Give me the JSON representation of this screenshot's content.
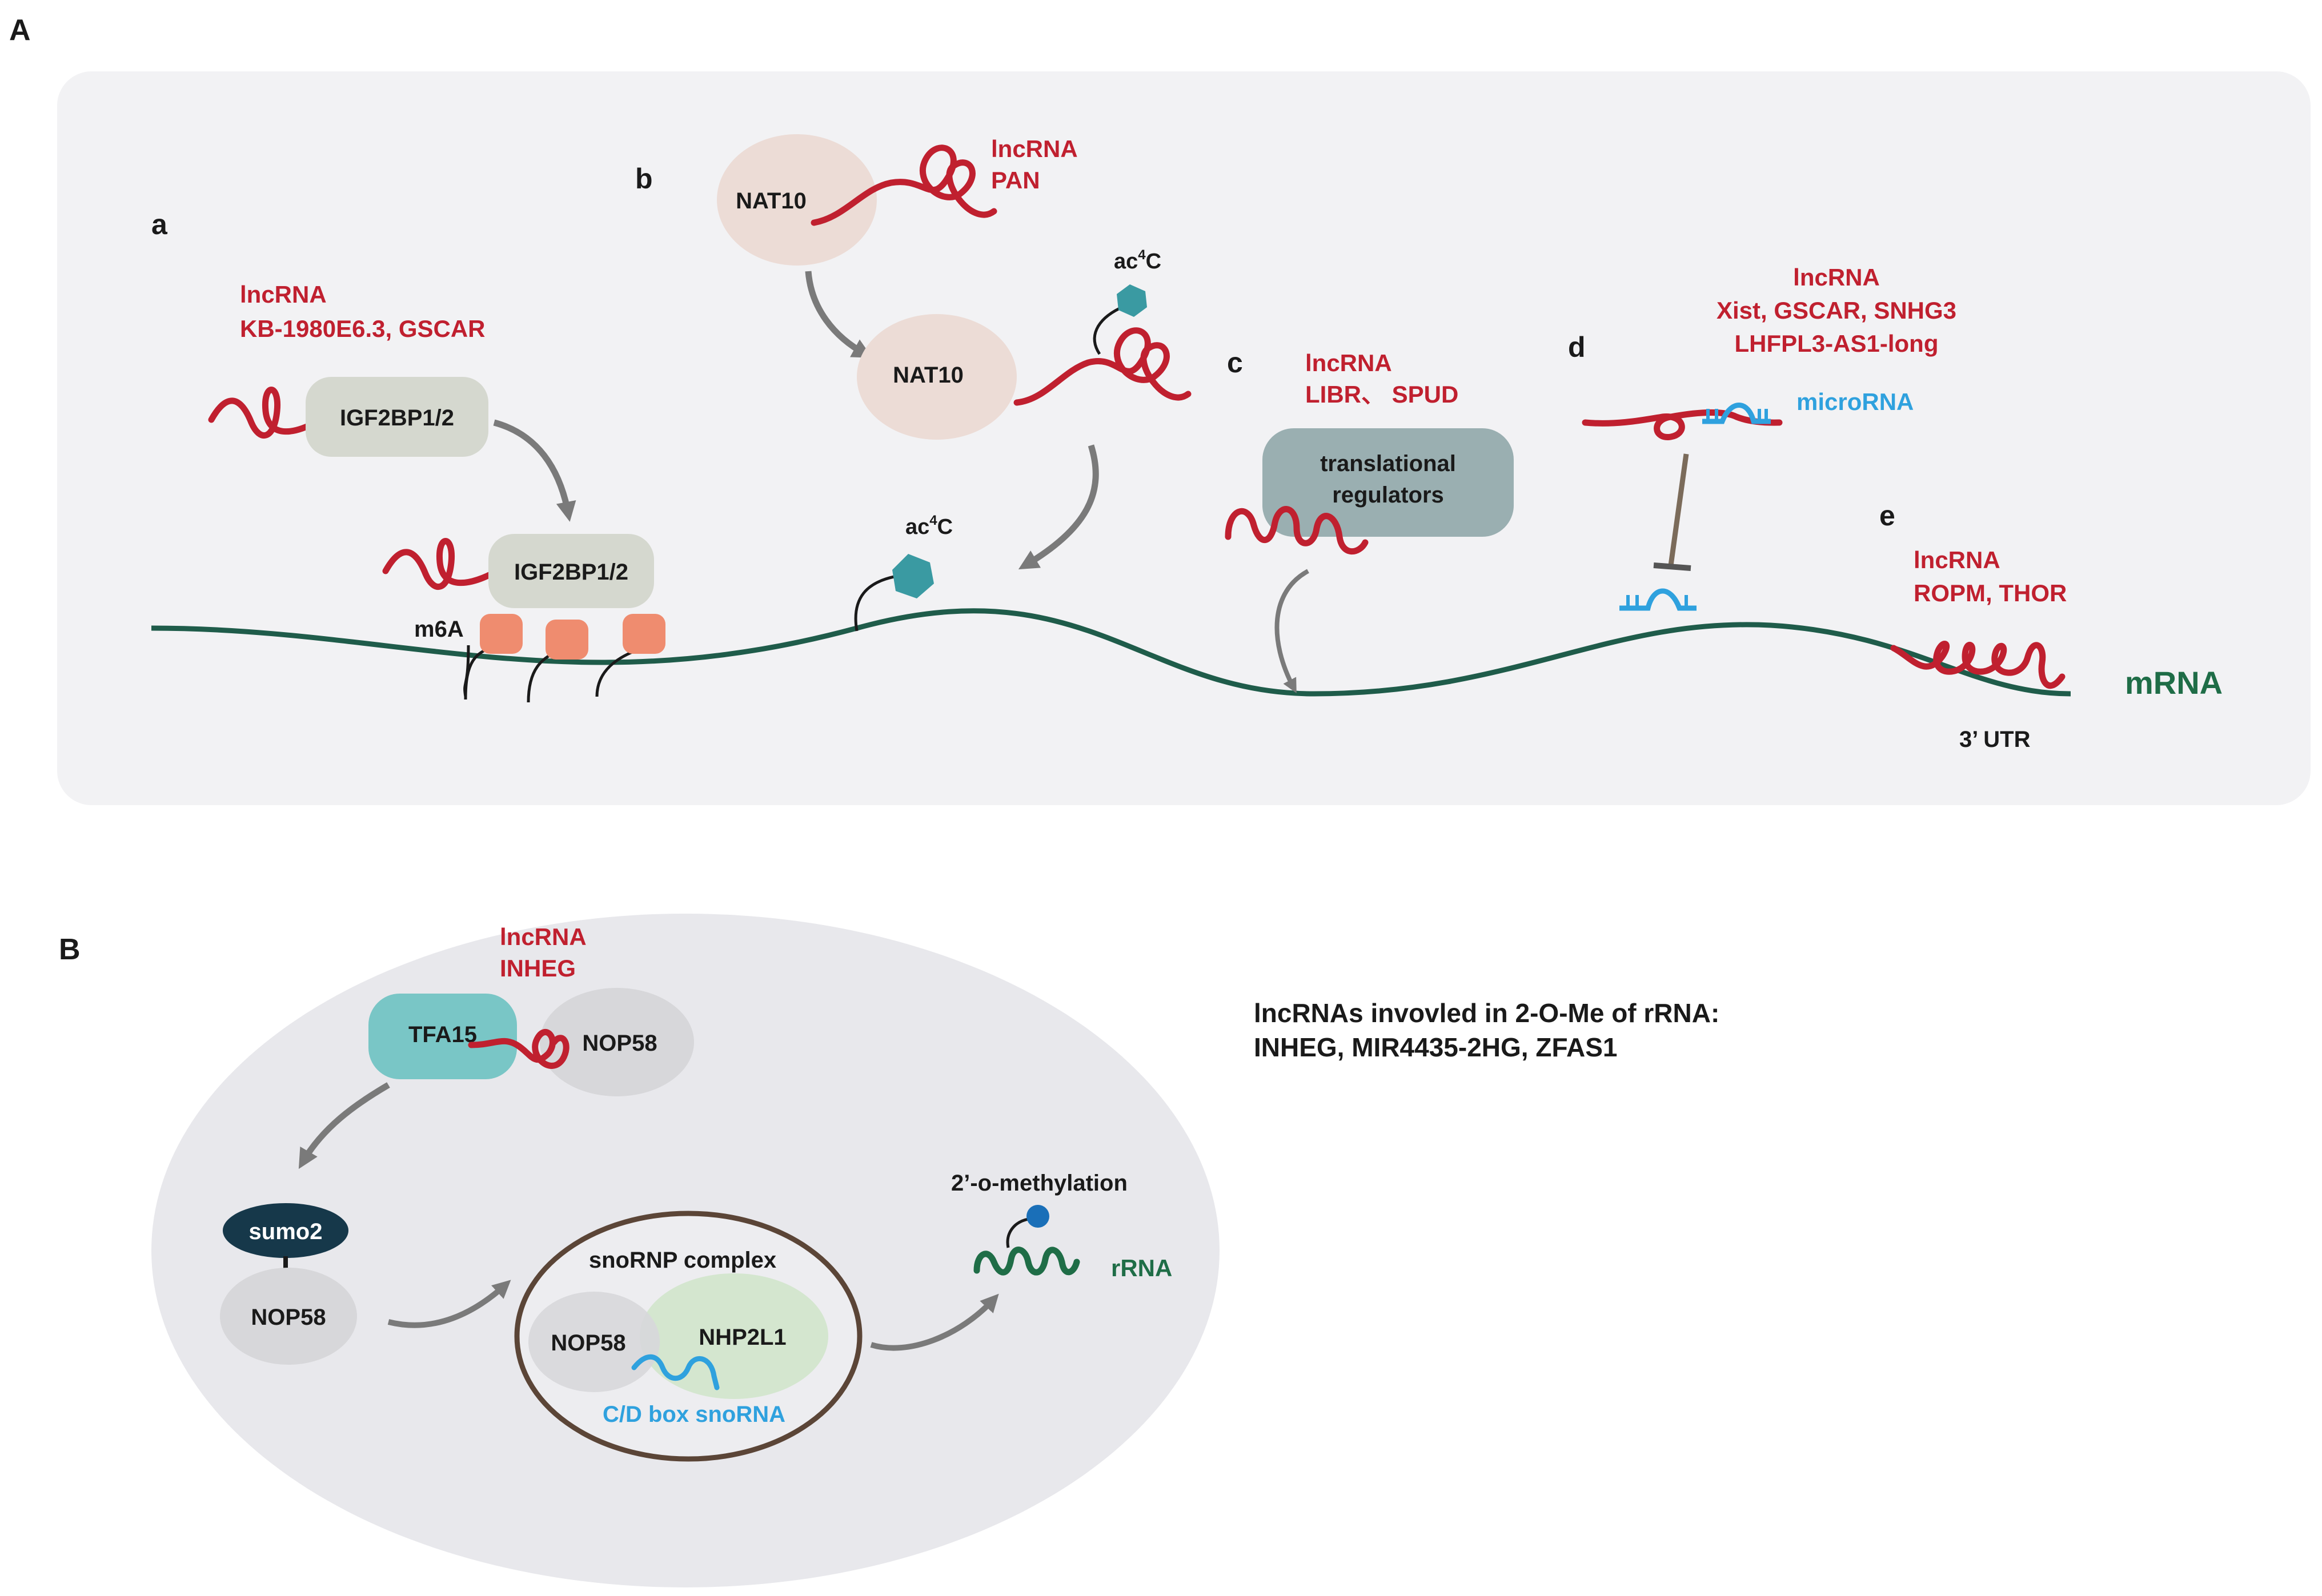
{
  "panel_A": {
    "letter": "A",
    "a": {
      "letter": "a",
      "lnc_title": "lncRNA",
      "lnc_names": "KB-1980E6.3, GSCAR",
      "protein_top": "IGF2BP1/2",
      "protein_bottom": "IGF2BP1/2",
      "mark": "m6A"
    },
    "b": {
      "letter": "b",
      "lnc_title": "lncRNA",
      "lnc_names": "PAN",
      "enzyme_top": "NAT10",
      "enzyme_bottom": "NAT10",
      "mod_main": "ac",
      "mod_sup": "4",
      "mod_tail": "C"
    },
    "c": {
      "letter": "c",
      "lnc_title": "lncRNA",
      "lnc_names": "LIBR、 SPUD",
      "box_line1": "translational",
      "box_line2": "regulators"
    },
    "d": {
      "letter": "d",
      "lnc_title": "lncRNA",
      "lnc_names1": "Xist, GSCAR, SNHG3",
      "lnc_names2": "LHFPL3-AS1-long",
      "mirna": "microRNA"
    },
    "e": {
      "letter": "e",
      "lnc_title": "lncRNA",
      "lnc_names": "ROPM, THOR",
      "utr": "3’ UTR"
    },
    "mrna": "mRNA"
  },
  "panel_B": {
    "letter": "B",
    "lnc_title": "lncRNA",
    "lnc_names": "INHEG",
    "tfa": "TFA15",
    "nop_top": "NOP58",
    "sumo": "sumo2",
    "nop_mid": "NOP58",
    "complex_title": "snoRNP complex",
    "complex_nop": "NOP58",
    "complex_nhp": "NHP2L1",
    "snorna": "C/D box snoRNA",
    "methylation": "2’-o-methylation",
    "rrna": "rRNA",
    "side_line1": "lncRNAs invovled in 2-O-Me of rRNA:",
    "side_line2": "INHEG, MIR4435-2HG, ZFAS1"
  },
  "colors": {
    "lncrna_red": "#c0202f",
    "mrna_green": "#1f5c4a",
    "microrna_blue": "#2fa1de",
    "ac4c_teal": "#3a9aa2",
    "m6a_salmon": "#ef8c6f",
    "panel_bg": "#f2f2f4",
    "cell_bg": "#e8e8ec"
  }
}
